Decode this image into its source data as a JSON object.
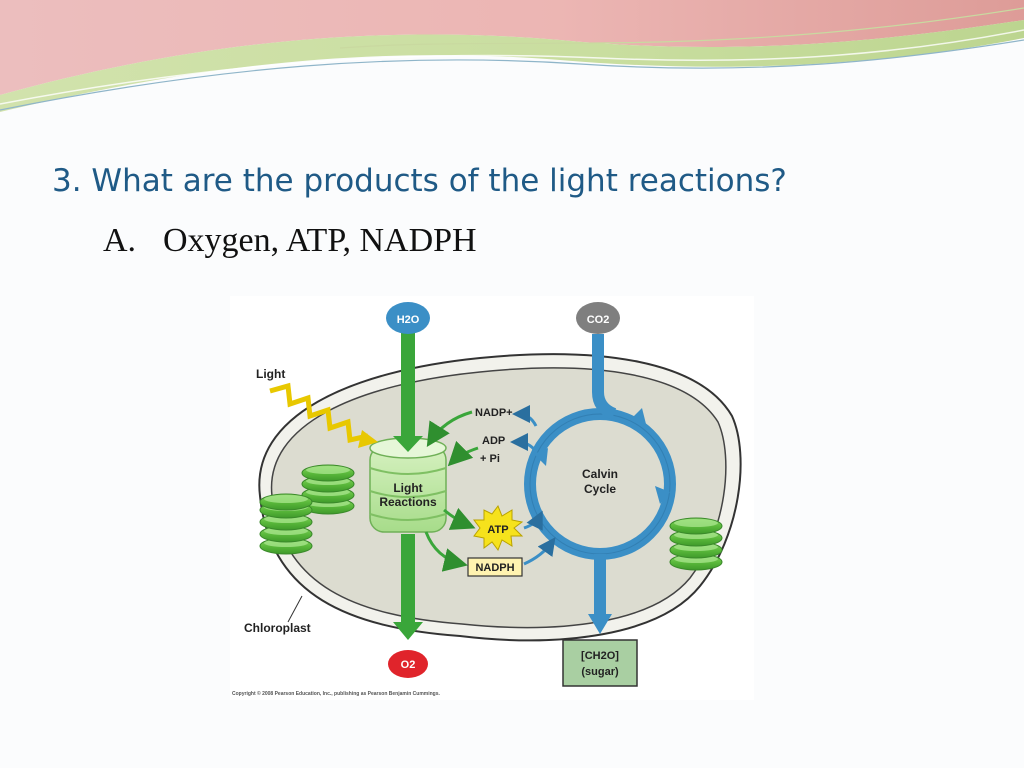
{
  "slide": {
    "question": "3. What are the products of the light reactions?",
    "answer_letter": "A.",
    "answer_text": "Oxygen, ATP, NADPH"
  },
  "diagram": {
    "h2o_label": "H2O",
    "co2_label": "CO2",
    "o2_label": "O2",
    "light_label": "Light",
    "light_reactions_label": [
      "Light",
      "Reactions"
    ],
    "calvin_cycle_label": [
      "Calvin",
      "Cycle"
    ],
    "nadp_plus_label": "NADP+",
    "adp_label": "ADP",
    "pi_label": "+ Pi",
    "atp_label": "ATP",
    "nadph_label": "NADPH",
    "sugar_label": [
      "[CH2O]",
      "(sugar)"
    ],
    "chloroplast_label": "Chloroplast",
    "copyright": "Copyright © 2008 Pearson Education, Inc., publishing as Pearson Benjamin Cummings."
  },
  "colors": {
    "title_blue": "#1f5a86",
    "green_arrow": "#3aa63a",
    "blue_arrow": "#3b8fc6",
    "red_o2": "#e0242b",
    "gray_co2": "#7f7f7f",
    "chloroplast_fill": "#dcdcd0",
    "thylakoid_green": "#6cc64a",
    "atp_yellow": "#f6e21c",
    "sugar_box": "#a9cfa2"
  }
}
